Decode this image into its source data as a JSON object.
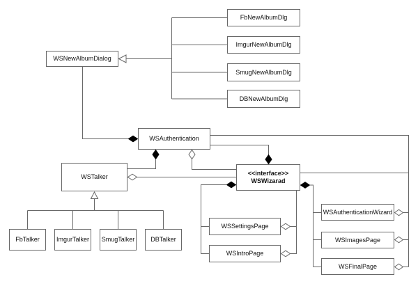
{
  "diagram": {
    "kind": "uml-class-diagram",
    "colors": {
      "background": "#ffffff",
      "line": "#686868",
      "box_border": "#686868",
      "box_fill": "#ffffff",
      "filled_diamond": "#000000",
      "text": "#111111"
    },
    "boxes": {
      "fbNewAlbumDlg": {
        "label": "FbNewAlbumDlg"
      },
      "imgurNewAlbumDlg": {
        "label": "ImgurNewAlbumDlg"
      },
      "smugNewAlbumDlg": {
        "label": "SmugNewAlbumDlg"
      },
      "dbNewAlbumDlg": {
        "label": "DBNewAlbumDlg"
      },
      "wsNewAlbumDialog": {
        "label": "WSNewAlbumDialog"
      },
      "wsAuthentication": {
        "label": "WSAuthentication"
      },
      "wsTalker": {
        "label": "WSTalker"
      },
      "wsWizarad": {
        "stereotype": "<<interface>>",
        "label": "WSWizarad"
      },
      "fbTalker": {
        "label": "FbTalker"
      },
      "imgurTalker": {
        "label": "ImgurTalker"
      },
      "smugTalker": {
        "label": "SmugTalker"
      },
      "dbTalker": {
        "label": "DBTalker"
      },
      "wsSettingsPage": {
        "label": "WSSettingsPage"
      },
      "wsIntroPage": {
        "label": "WSIntroPage"
      },
      "wsAuthenticationWizard": {
        "label": "WSAuthenticationWizard"
      },
      "wsImagesPage": {
        "label": "WSImagesPage"
      },
      "wsFinalPage": {
        "label": "WSFinalPage"
      }
    },
    "relationships": [
      {
        "end_a": "WSNewAlbumDialog",
        "symbol_a": "hollow-triangle",
        "end_b": "FbNewAlbumDlg"
      },
      {
        "end_a": "WSNewAlbumDialog",
        "symbol_a": "hollow-triangle",
        "end_b": "ImgurNewAlbumDlg"
      },
      {
        "end_a": "WSNewAlbumDialog",
        "symbol_a": "hollow-triangle",
        "end_b": "SmugNewAlbumDlg"
      },
      {
        "end_a": "WSNewAlbumDialog",
        "symbol_a": "hollow-triangle",
        "end_b": "DBNewAlbumDlg"
      },
      {
        "end_a": "WSAuthentication",
        "symbol_a": "filled-diamond",
        "end_b": "WSNewAlbumDialog"
      },
      {
        "end_a": "WSAuthentication",
        "symbol_a": "filled-diamond",
        "end_b": "WSTalker"
      },
      {
        "end_a": "WSAuthentication",
        "symbol_a": "open-diamond",
        "end_b": "WSWizarad"
      },
      {
        "end_a": "WSWizarad",
        "symbol_a": "filled-diamond",
        "end_b": "WSAuthentication"
      },
      {
        "end_a": "WSTalker",
        "symbol_a": "open-diamond",
        "end_b": "WSWizarad"
      },
      {
        "end_a": "WSTalker",
        "symbol_a": "hollow-triangle",
        "end_b": "FbTalker"
      },
      {
        "end_a": "WSTalker",
        "symbol_a": "hollow-triangle",
        "end_b": "ImgurTalker"
      },
      {
        "end_a": "WSTalker",
        "symbol_a": "hollow-triangle",
        "end_b": "SmugTalker"
      },
      {
        "end_a": "WSTalker",
        "symbol_a": "hollow-triangle",
        "end_b": "DBTalker"
      },
      {
        "end_a": "WSWizarad",
        "symbol_a": "filled-diamond",
        "end_b": "WSSettingsPage"
      },
      {
        "end_a": "WSWizarad",
        "symbol_a": "filled-diamond",
        "end_b": "WSIntroPage"
      },
      {
        "end_a": "WSSettingsPage",
        "symbol_a": "open-diamond",
        "end_b": "WSWizarad"
      },
      {
        "end_a": "WSIntroPage",
        "symbol_a": "open-diamond",
        "end_b": "WSWizarad"
      },
      {
        "end_a": "WSWizarad",
        "symbol_a": "filled-diamond",
        "end_b": "WSAuthenticationWizard"
      },
      {
        "end_a": "WSWizarad",
        "symbol_a": "filled-diamond",
        "end_b": "WSImagesPage"
      },
      {
        "end_a": "WSWizarad",
        "symbol_a": "filled-diamond",
        "end_b": "WSFinalPage"
      },
      {
        "end_a": "WSAuthenticationWizard",
        "symbol_a": "open-diamond",
        "end_b": "WSAuthentication"
      },
      {
        "end_a": "WSImagesPage",
        "symbol_a": "open-diamond",
        "end_b": "WSAuthentication"
      },
      {
        "end_a": "WSFinalPage",
        "symbol_a": "open-diamond",
        "end_b": "WSAuthentication"
      }
    ]
  }
}
